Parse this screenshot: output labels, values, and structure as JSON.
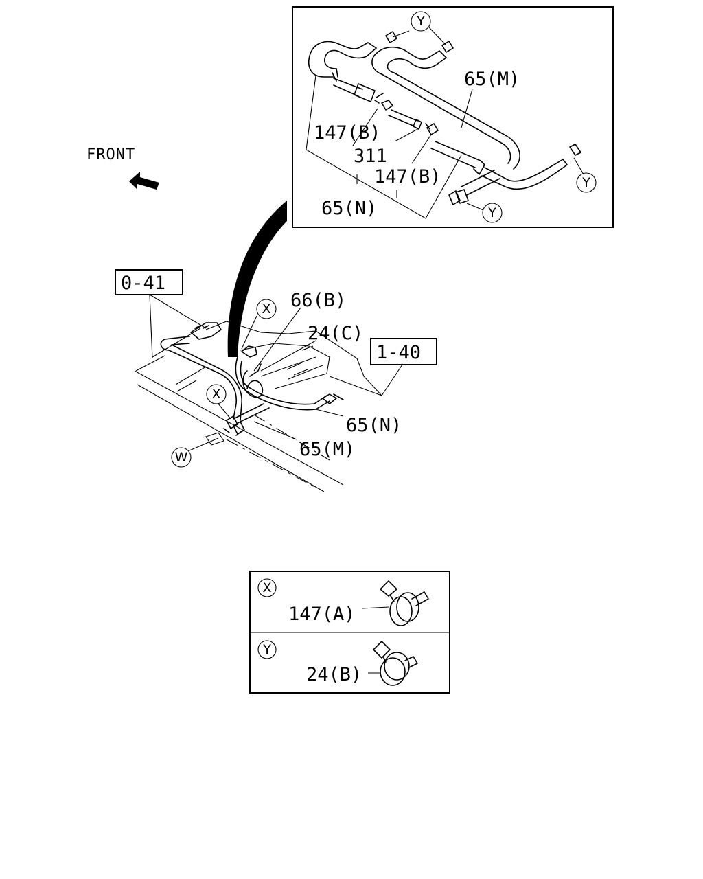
{
  "direction": {
    "text": "FRONT",
    "icon": "arrow-left-up-icon"
  },
  "references": {
    "ref_left": "0-41",
    "ref_right": "1-40"
  },
  "main_view": {
    "callouts": {
      "x_upper": "X",
      "x_lower": "X",
      "w": "W"
    },
    "labels": {
      "hose_66b": "66(B)",
      "clip_24c": "24(C)",
      "hose_65n": "65(N)",
      "hose_65m": "65(M)"
    }
  },
  "detail_view": {
    "callouts": {
      "y_top": "Y",
      "y_right": "Y",
      "y_bottom": "Y"
    },
    "labels": {
      "hose_65m": "65(M)",
      "clamp_147b_1": "147(B)",
      "pipe_311": "311",
      "clamp_147b_2": "147(B)",
      "hose_65n": "65(N)"
    }
  },
  "legend": {
    "rows": [
      {
        "key": "X",
        "label": "147(A)",
        "icon": "hose-clamp-icon"
      },
      {
        "key": "Y",
        "label": "24(B)",
        "icon": "hose-clamp-icon"
      }
    ]
  }
}
